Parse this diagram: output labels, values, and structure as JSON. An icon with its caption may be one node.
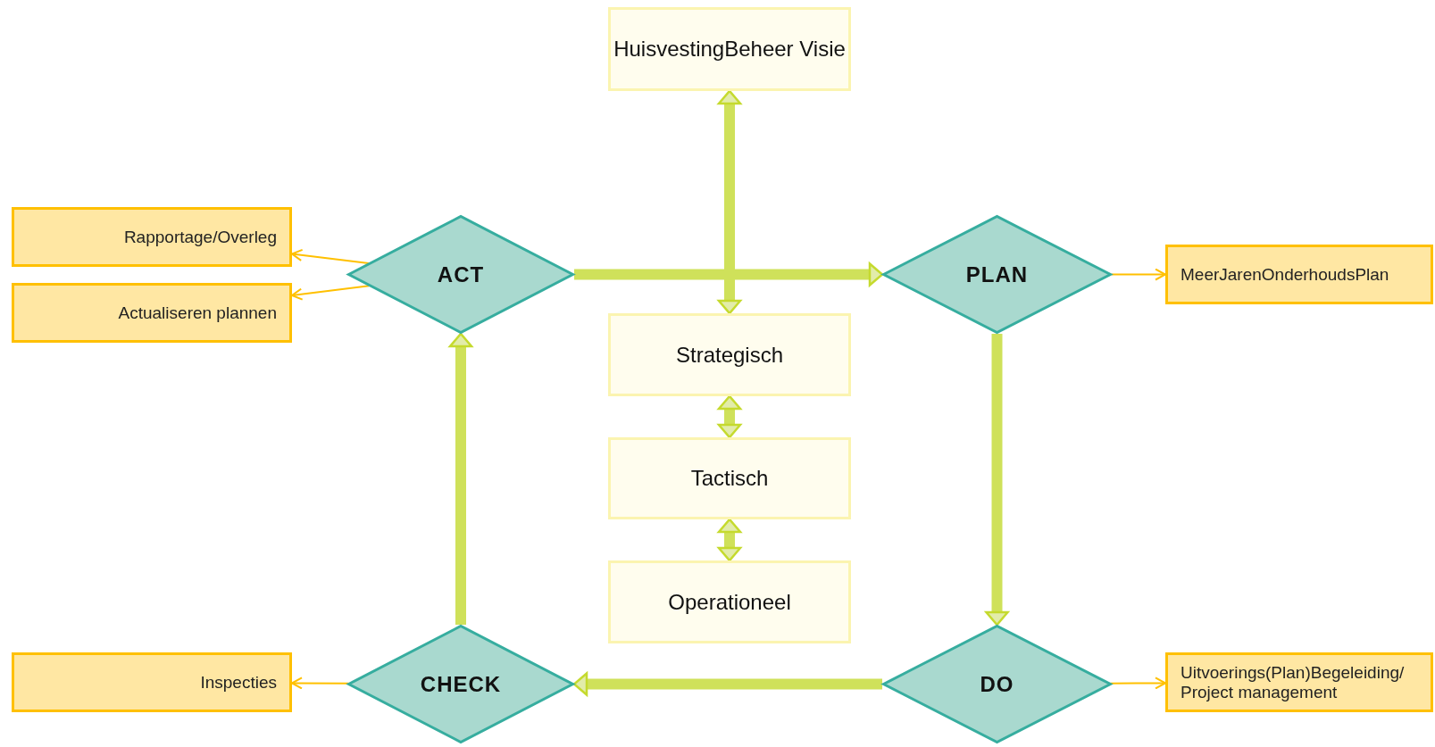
{
  "diagram": {
    "nodes": [
      {
        "text": [
          "HuisvestingBeheer Visie"
        ]
      },
      {
        "text": [
          "Rapportage/Overleg"
        ]
      },
      {
        "text": [
          "ACT"
        ]
      },
      {
        "text": [
          "PLAN"
        ]
      },
      {
        "text": [
          "MeerJarenOnderhoudsPlan"
        ]
      },
      {
        "text": [
          "Actualiseren plannen"
        ]
      },
      {
        "text": [
          "Strategisch"
        ]
      },
      {
        "text": [
          "Tactisch"
        ]
      },
      {
        "text": [
          "Operationeel"
        ]
      },
      {
        "text": [
          "Inspecties"
        ]
      },
      {
        "text": [
          "CHECK"
        ]
      },
      {
        "text": [
          "DO"
        ]
      },
      {
        "text": [
          "Uitvoerings(Plan)Begeleiding/ Project management"
        ]
      }
    ],
    "edges": [
      {
        "from": 0,
        "to": 6,
        "arrow": "both"
      },
      {
        "from": 2,
        "to": 3,
        "arrow": "to"
      },
      {
        "from": 3,
        "to": 11,
        "arrow": "to"
      },
      {
        "from": 11,
        "to": 10,
        "arrow": "to"
      },
      {
        "from": 10,
        "to": 2,
        "arrow": "to"
      },
      {
        "from": 6,
        "to": 7,
        "arrow": "both"
      },
      {
        "from": 7,
        "to": 8,
        "arrow": "both"
      },
      {
        "from": 2,
        "to": 1,
        "arrow": "to",
        "color": "#ffc000"
      },
      {
        "from": 2,
        "to": 5,
        "arrow": "to",
        "color": "#ffc000"
      },
      {
        "from": 3,
        "to": 4,
        "arrow": "to",
        "color": "#ffc000"
      },
      {
        "from": 11,
        "to": 12,
        "arrow": "to",
        "color": "#ffc000"
      },
      {
        "from": 10,
        "to": 9,
        "arrow": "to",
        "color": "#ffc000"
      }
    ]
  }
}
